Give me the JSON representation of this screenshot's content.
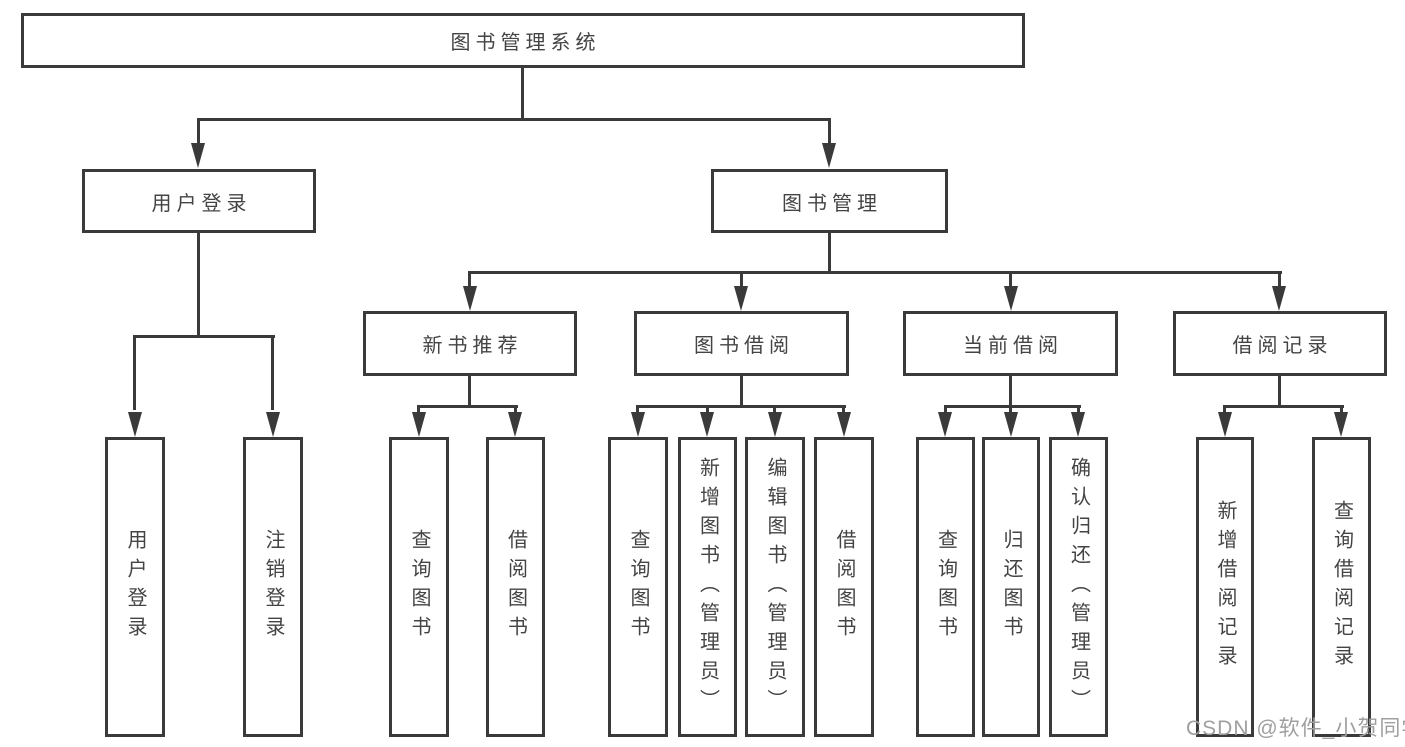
{
  "page": {
    "watermark": "CSDN @软件_小贺同学"
  },
  "colors": {
    "line": "#3a3a3a",
    "text": "#444444",
    "watermark": "#9f9f9f",
    "background": "#ffffff"
  },
  "nodes": {
    "root": {
      "label": "图书管理系统"
    },
    "branches": [
      {
        "label": "用户登录",
        "children": [
          {
            "label": "用户登录"
          },
          {
            "label": "注销登录"
          }
        ]
      },
      {
        "label": "图书管理",
        "children": [
          {
            "label": "新书推荐",
            "children": [
              {
                "label": "查询图书"
              },
              {
                "label": "借阅图书"
              }
            ]
          },
          {
            "label": "图书借阅",
            "children": [
              {
                "label": "查询图书"
              },
              {
                "label": "新增图书（管理员）"
              },
              {
                "label": "编辑图书（管理员）"
              },
              {
                "label": "借阅图书"
              }
            ]
          },
          {
            "label": "当前借阅",
            "children": [
              {
                "label": "查询图书"
              },
              {
                "label": "归还图书"
              },
              {
                "label": "确认归还（管理员）"
              }
            ]
          },
          {
            "label": "借阅记录",
            "children": [
              {
                "label": "新增借阅记录"
              },
              {
                "label": "查询借阅记录"
              }
            ]
          }
        ]
      }
    ]
  }
}
